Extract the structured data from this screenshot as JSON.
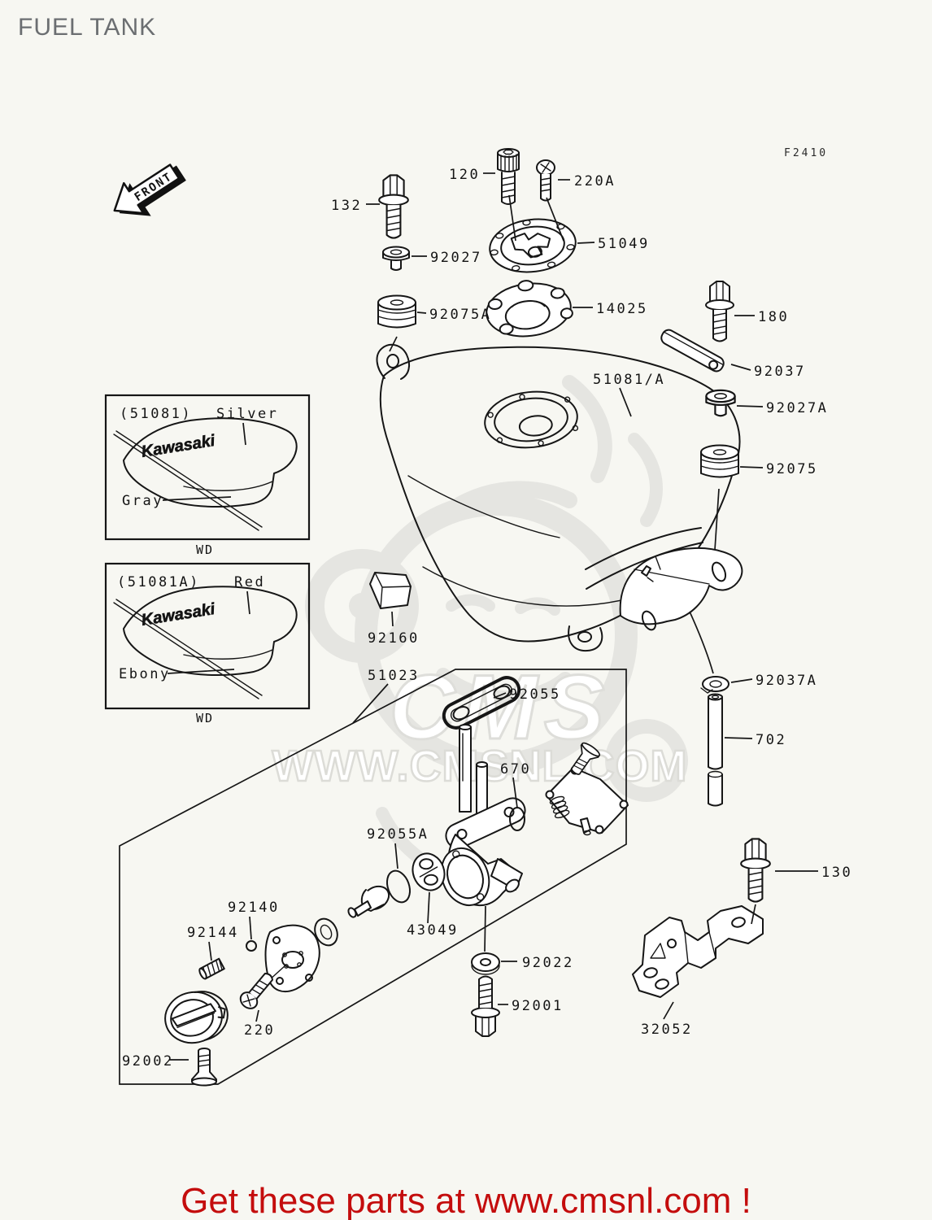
{
  "page": {
    "title": "FUEL TANK",
    "figure_code": "F2410",
    "front_label": "FRONT",
    "footer": "Get these parts at www.cmsnl.com !",
    "watermark": {
      "brand": "CMS",
      "url": "WWW.CMSNL.COM"
    },
    "colors": {
      "background": "#f7f7f2",
      "line": "#161616",
      "title_gray": "#6b6e71",
      "footer_red": "#c40d0d",
      "watermark_gray": "#e5e5e1"
    }
  },
  "insets": [
    {
      "code": "(51081)",
      "logo": "Kawasaki",
      "color_top": "Silver",
      "color_bottom": "Gray",
      "caption": "WD"
    },
    {
      "code": "(51081A)",
      "logo": "Kawasaki",
      "color_top": "Red",
      "color_bottom": "Ebony",
      "caption": "WD"
    }
  ],
  "labels": {
    "p132": "132",
    "p120": "120",
    "p220A": "220A",
    "p92027": "92027",
    "p51049": "51049",
    "p14025": "14025",
    "p92075A": "92075A",
    "p180": "180",
    "p92037": "92037",
    "p51081A": "51081/A",
    "p92027A": "92027A",
    "p92075": "92075",
    "p92160": "92160",
    "p51023": "51023",
    "p92055": "92055",
    "p670": "670",
    "p702": "702",
    "p92037A": "92037A",
    "p92055A": "92055A",
    "p92140": "92140",
    "p92144": "92144",
    "p43049": "43049",
    "p92022": "92022",
    "p130": "130",
    "p92001": "92001",
    "p32052": "32052",
    "p220": "220",
    "p92002": "92002"
  }
}
